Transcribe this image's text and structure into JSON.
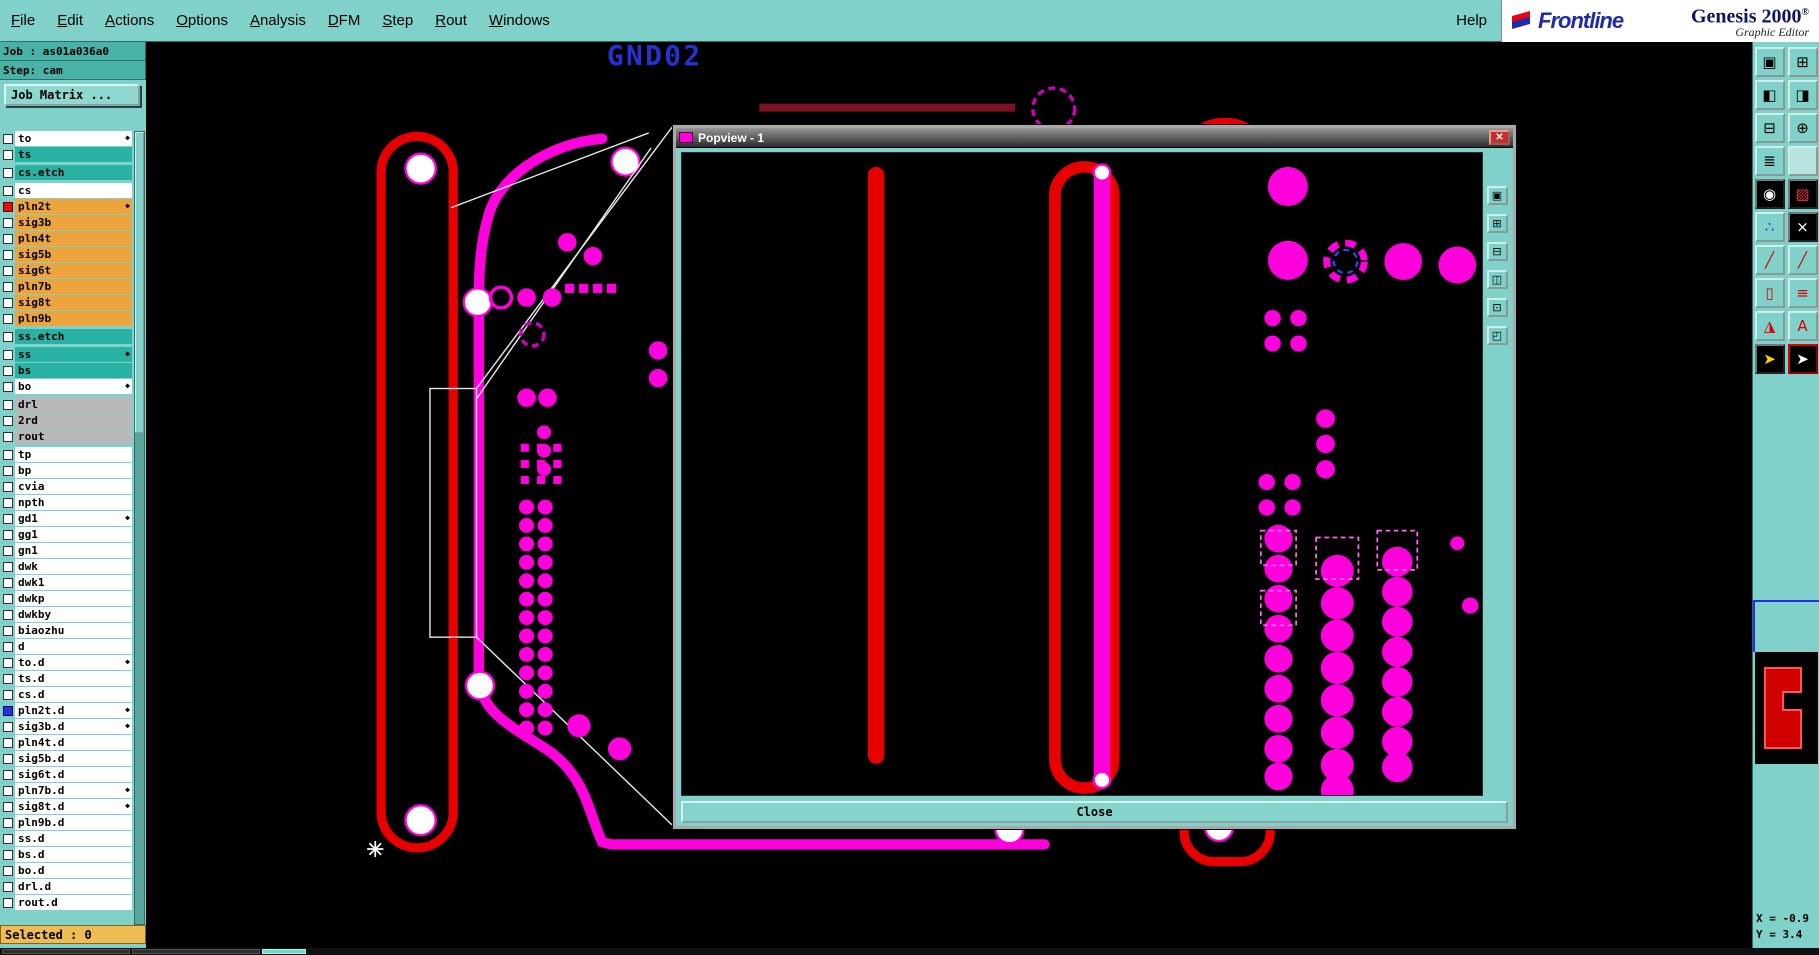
{
  "menu": {
    "items": [
      "File",
      "Edit",
      "Actions",
      "Options",
      "Analysis",
      "DFM",
      "Step",
      "Rout",
      "Windows"
    ],
    "help": "Help"
  },
  "brand": {
    "name": "Frontline",
    "product": "Genesis 2000",
    "reg": "®",
    "subtitle": "Graphic Editor",
    "accent_red": "#e30613",
    "accent_blue": "#1f2aa8"
  },
  "job": {
    "job_label": "Job : as01a036a0",
    "step_label": "Step: cam",
    "matrix_button": "Job Matrix ..."
  },
  "layers": [
    {
      "name": "to",
      "bg": "white",
      "marker": true
    },
    {
      "name": "ts",
      "bg": "teal"
    },
    {
      "name": "cs.etch",
      "bg": "teal",
      "gap": true
    },
    {
      "name": "cs",
      "bg": "white",
      "gap": true
    },
    {
      "name": "pln2t",
      "bg": "orange",
      "check": "red",
      "marker": true
    },
    {
      "name": "sig3b",
      "bg": "orange"
    },
    {
      "name": "pln4t",
      "bg": "orange"
    },
    {
      "name": "sig5b",
      "bg": "orange"
    },
    {
      "name": "sig6t",
      "bg": "orange"
    },
    {
      "name": "pln7b",
      "bg": "orange"
    },
    {
      "name": "sig8t",
      "bg": "orange"
    },
    {
      "name": "pln9b",
      "bg": "orange"
    },
    {
      "name": "ss.etch",
      "bg": "teal",
      "gap": true
    },
    {
      "name": "ss",
      "bg": "teal",
      "gap": true,
      "marker": true
    },
    {
      "name": "bs",
      "bg": "teal"
    },
    {
      "name": "bo",
      "bg": "white",
      "marker": true
    },
    {
      "name": "drl",
      "bg": "gray",
      "gap": true
    },
    {
      "name": "2rd",
      "bg": "gray"
    },
    {
      "name": "rout",
      "bg": "gray"
    },
    {
      "name": "tp",
      "bg": "white",
      "gap": true
    },
    {
      "name": "bp",
      "bg": "white"
    },
    {
      "name": "cvia",
      "bg": "white"
    },
    {
      "name": "npth",
      "bg": "white"
    },
    {
      "name": "gd1",
      "bg": "white",
      "marker": true
    },
    {
      "name": "gg1",
      "bg": "white"
    },
    {
      "name": "gn1",
      "bg": "white"
    },
    {
      "name": "dwk",
      "bg": "white"
    },
    {
      "name": "dwk1",
      "bg": "white"
    },
    {
      "name": "dwkp",
      "bg": "white"
    },
    {
      "name": "dwkby",
      "bg": "white"
    },
    {
      "name": "biaozhu",
      "bg": "white"
    },
    {
      "name": "d",
      "bg": "white"
    },
    {
      "name": "to.d",
      "bg": "white",
      "marker": true
    },
    {
      "name": "ts.d",
      "bg": "white"
    },
    {
      "name": "cs.d",
      "bg": "white"
    },
    {
      "name": "pln2t.d",
      "bg": "white",
      "check": "blue",
      "marker": true
    },
    {
      "name": "sig3b.d",
      "bg": "white",
      "marker": true
    },
    {
      "name": "pln4t.d",
      "bg": "white"
    },
    {
      "name": "sig5b.d",
      "bg": "white"
    },
    {
      "name": "sig6t.d",
      "bg": "white"
    },
    {
      "name": "pln7b.d",
      "bg": "white",
      "marker": true
    },
    {
      "name": "sig8t.d",
      "bg": "white",
      "marker": true
    },
    {
      "name": "pln9b.d",
      "bg": "white"
    },
    {
      "name": "ss.d",
      "bg": "white"
    },
    {
      "name": "bs.d",
      "bg": "white"
    },
    {
      "name": "bo.d",
      "bg": "white"
    },
    {
      "name": "drl.d",
      "bg": "white"
    },
    {
      "name": "rout.d",
      "bg": "white"
    }
  ],
  "status": {
    "selected": "Selected : 0"
  },
  "coords": {
    "x_label": "X = -0.9",
    "y_label": "Y = 3.4"
  },
  "canvas": {
    "net_label": "GND02",
    "trace_color": "#ff00dd",
    "outline_color": "#e80000"
  },
  "popview": {
    "title": "Popview - 1",
    "close": "Close",
    "tools": [
      {
        "name": "popview-screen-button",
        "glyph": "▣"
      },
      {
        "name": "popview-zoom-in-button",
        "glyph": "⊞"
      },
      {
        "name": "popview-zoom-out-button",
        "glyph": "⊟"
      },
      {
        "name": "popview-split-button",
        "glyph": "◫"
      },
      {
        "name": "popview-center-button",
        "glyph": "⊡"
      },
      {
        "name": "popview-corner-button",
        "glyph": "◰"
      }
    ]
  },
  "right_toolbar": {
    "buttons": [
      {
        "name": "screen-button",
        "glyph": "▣",
        "bg": "teal",
        "fg": "#000"
      },
      {
        "name": "screen-alt-button",
        "glyph": "⊞",
        "bg": "teal",
        "fg": "#000"
      },
      {
        "name": "pan-left-button",
        "glyph": "◧",
        "bg": "teal",
        "fg": "#000"
      },
      {
        "name": "pan-right-button",
        "glyph": "◨",
        "bg": "teal",
        "fg": "#000"
      },
      {
        "name": "zoom-window-button",
        "glyph": "⊟",
        "bg": "teal",
        "fg": "#000"
      },
      {
        "name": "zoom-in-button",
        "glyph": "⊕",
        "bg": "teal",
        "fg": "#000"
      },
      {
        "name": "layers-view-button",
        "glyph": "≣",
        "bg": "teal",
        "fg": "#000"
      },
      {
        "name": "blank-button",
        "glyph": "",
        "bg": "light",
        "fg": "#000"
      },
      {
        "name": "preview-button",
        "glyph": "◉",
        "bg": "black",
        "fg": "#fff"
      },
      {
        "name": "film-button",
        "glyph": "▨",
        "bg": "black",
        "fg": "#e33"
      },
      {
        "name": "points-button",
        "glyph": "∴",
        "bg": "teal",
        "fg": "#2233dd"
      },
      {
        "name": "clear-x-button",
        "glyph": "×",
        "bg": "black",
        "fg": "#fff"
      },
      {
        "name": "measure-button",
        "glyph": "╱",
        "bg": "teal",
        "fg": "#d00"
      },
      {
        "name": "measure-alt-button",
        "glyph": "╱",
        "bg": "teal",
        "fg": "#d00"
      },
      {
        "name": "pad-edit-button",
        "glyph": "▯",
        "bg": "teal",
        "fg": "#d00"
      },
      {
        "name": "line-edit-button",
        "glyph": "≡",
        "bg": "teal",
        "fg": "#d00"
      },
      {
        "name": "angle-button",
        "glyph": "◮",
        "bg": "teal",
        "fg": "#d00"
      },
      {
        "name": "text-button",
        "glyph": "A",
        "bg": "teal",
        "fg": "#d00"
      },
      {
        "name": "cursor-button",
        "glyph": "➤",
        "bg": "black",
        "fg": "#ffd400"
      },
      {
        "name": "select-button",
        "glyph": "➤",
        "bg": "black",
        "fg": "#fff",
        "border": "#d00"
      }
    ]
  }
}
